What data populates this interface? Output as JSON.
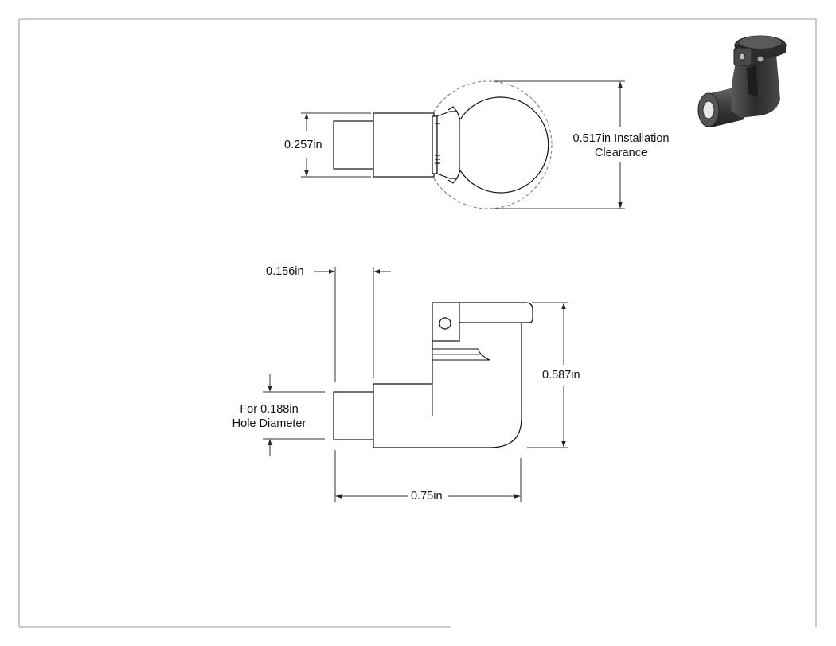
{
  "dimensions": {
    "top_height": "0.257in",
    "installation_clearance": [
      "0.517in Installation",
      "Clearance"
    ],
    "offset": "0.156in",
    "hole_note": [
      "For 0.188in",
      "Hole Diameter"
    ],
    "total_height": "0.587in",
    "total_length": "0.75in"
  },
  "colors": {
    "line": "#111111",
    "dim_line": "#333333",
    "clearance": "#888888",
    "border": "#9a9a9a"
  },
  "thumbnail": {
    "icon": "elbow-connector-3d-render-icon"
  }
}
